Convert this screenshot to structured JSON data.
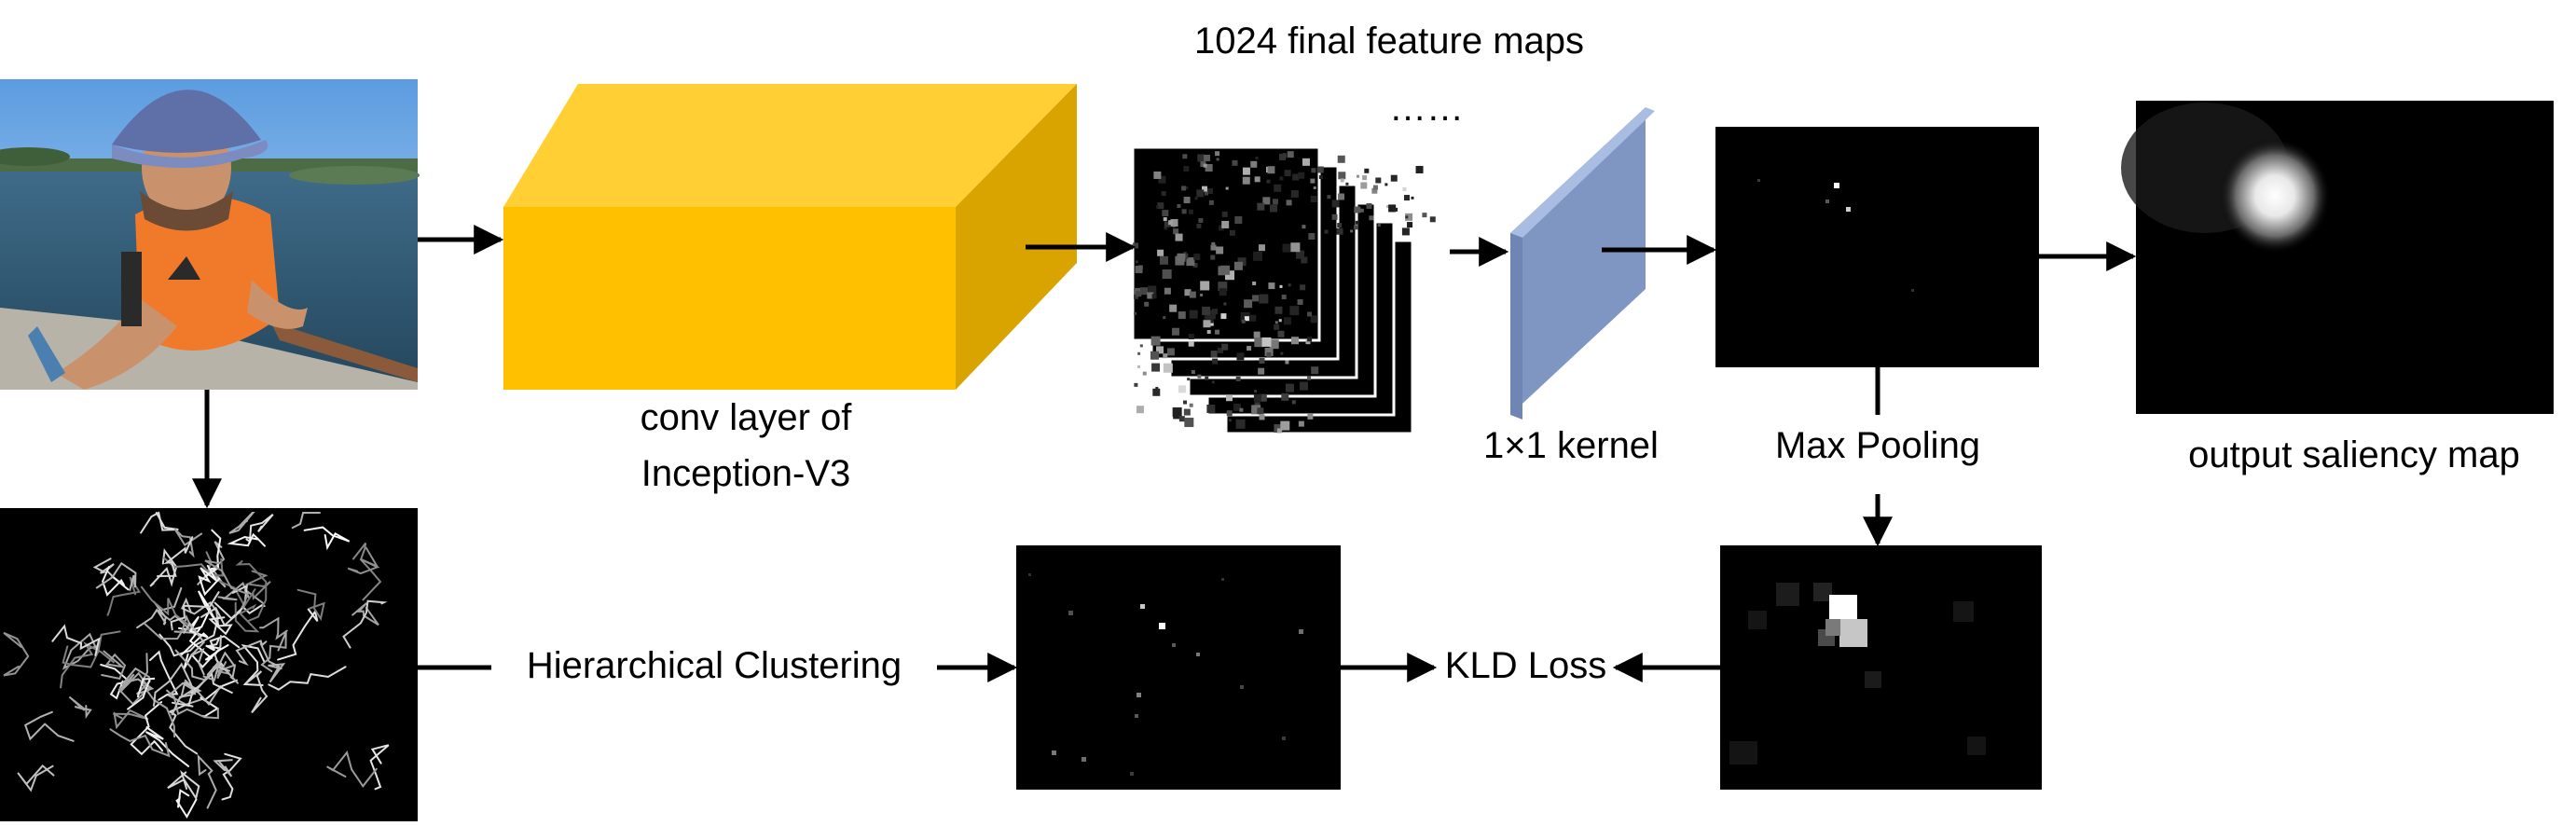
{
  "labels": {
    "feature_maps": "1024 final feature maps",
    "ellipsis": "……",
    "conv_line1": "conv layer of",
    "conv_line2": "Inception-V3",
    "kernel": "1×1 kernel",
    "max_pooling": "Max Pooling",
    "output": "output saliency map",
    "clustering": "Hierarchical Clustering",
    "kld": "KLD Loss"
  },
  "colors": {
    "cube_front": "#ffc000",
    "cube_top": "#ffcf33",
    "cube_side": "#d9a300",
    "kernel_plane": "#7f96c3",
    "kernel_edge": "#a9bde3",
    "map_bg": "#000000",
    "arrow": "#000000"
  }
}
